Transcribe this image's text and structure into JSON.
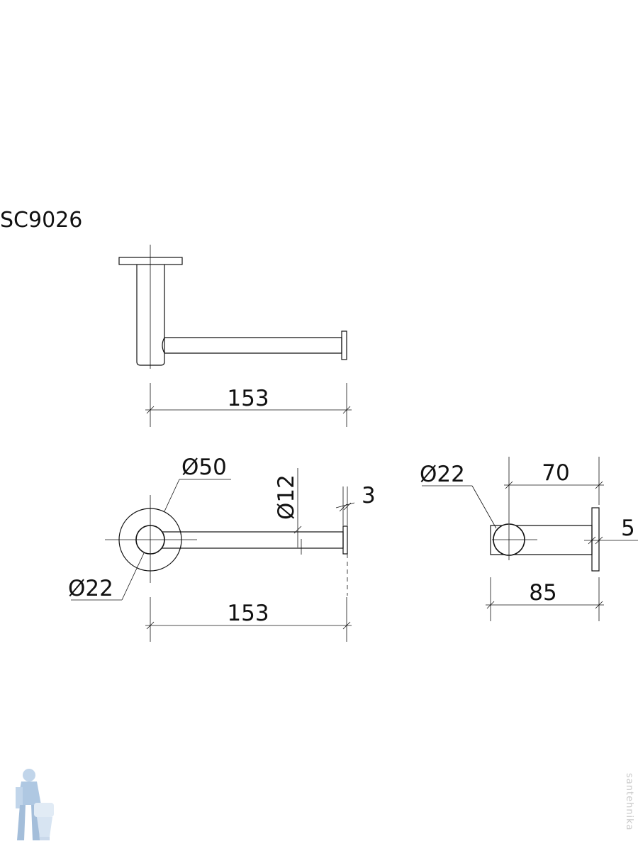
{
  "title": "SC9026",
  "views": {
    "front": {
      "length_label": "153"
    },
    "top": {
      "outer_diameter_label": "Ø50",
      "inner_diameter_label": "Ø22",
      "rod_diameter_label": "Ø12",
      "cap_thickness_label": "3",
      "length_label": "153"
    },
    "side": {
      "diameter_label": "Ø22",
      "depth_label": "70",
      "plate_label": "5",
      "total_depth_label": "85"
    }
  },
  "watermark": {
    "text": "santehnika",
    "icon": "plumber-mascot-icon"
  }
}
